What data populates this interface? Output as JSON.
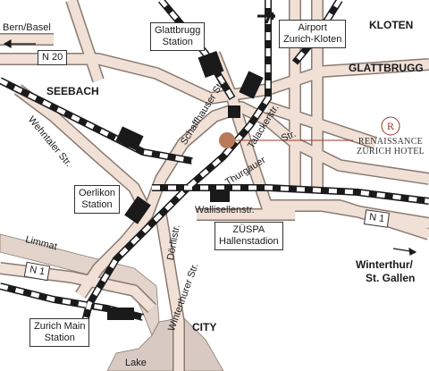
{
  "map": {
    "colors": {
      "road_fill": "#f0e0d6",
      "road_edge": "#8a7a70",
      "rail": "#1a1a1a",
      "lake": "#d8cac2",
      "hotel_marker": "#b87a5a",
      "leader_line": "#9a3a2a"
    },
    "labels": {
      "bern_basel": "Bern/Basel",
      "seebach": "SEEBACH",
      "kloten": "KLOTEN",
      "glattbrugg": "GLATTBRUGG",
      "city": "CITY",
      "winterthur": "Winterthur/",
      "st_gallen": "St. Gallen",
      "lake": "Lake",
      "limmat": "Limmat"
    },
    "stations": {
      "glattbrugg_line1": "Glattbrugg",
      "glattbrugg_line2": "Station",
      "airport_line1": "Airport",
      "airport_line2": "Zurich-Kloten",
      "oerlikon_line1": "Oerlikon",
      "oerlikon_line2": "Station",
      "zuspa_line1": "ZÜSPA",
      "zuspa_line2": "Hallenstadion",
      "main_line1": "Zurich Main",
      "main_line2": "Station"
    },
    "highways": {
      "n20": "N 20",
      "n1_east": "N 1",
      "n1_west": "N 1"
    },
    "streets": {
      "schaffhauser": "Schaffhauser Str.",
      "talacker": "Talackerstr.",
      "str": "Str.",
      "thurgauer": "Thurgauer",
      "wehntaler": "Wehntaler Str.",
      "wallisellen": "Wallisellenstr.",
      "doerfli": "Dörflistr.",
      "winterthurer": "Winterthurer Str."
    },
    "hotel": {
      "name_line1": "RENAISSANCE",
      "name_line2": "ZÜRICH HOTEL",
      "logo_letter": "R"
    },
    "icons": {
      "airport": "airplane-icon",
      "hotel": "hotel-location-marker-icon",
      "direction": "arrow-right-icon"
    }
  }
}
